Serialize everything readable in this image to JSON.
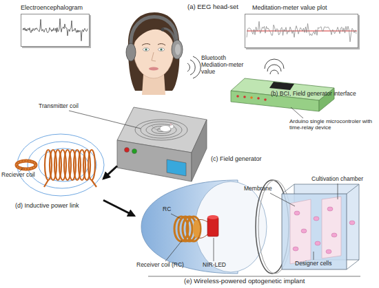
{
  "diagram": {
    "nodes": [
      {
        "text": [
          "Electroencephalogram"
        ]
      },
      {
        "text": [
          "Meditation-meter value plot"
        ]
      },
      {
        "text": [
          "(b) BCI, Field generator interface"
        ]
      },
      {
        "text": [
          "(c) Field generator"
        ]
      },
      {
        "text": [
          "(d) Inductive power link"
        ]
      },
      {
        "text": [
          "(e) Wireless-powered optogenetic implant"
        ]
      }
    ],
    "edges": [
      {
        "from": 3,
        "to": 4,
        "arrow": "to"
      },
      {
        "from": 4,
        "to": 5,
        "arrow": "to"
      }
    ],
    "labels": [
      "(a) EEG head-set",
      "Bluetooth Mediation-meter value",
      "Arduino single microcontroler with time-relay device",
      "Transmitter coil",
      "Reciever coil",
      "Membrane",
      "Cultivation chamber",
      "RC",
      "NIR-LED",
      "Receiver coil (RC)",
      "Designer cells"
    ]
  }
}
